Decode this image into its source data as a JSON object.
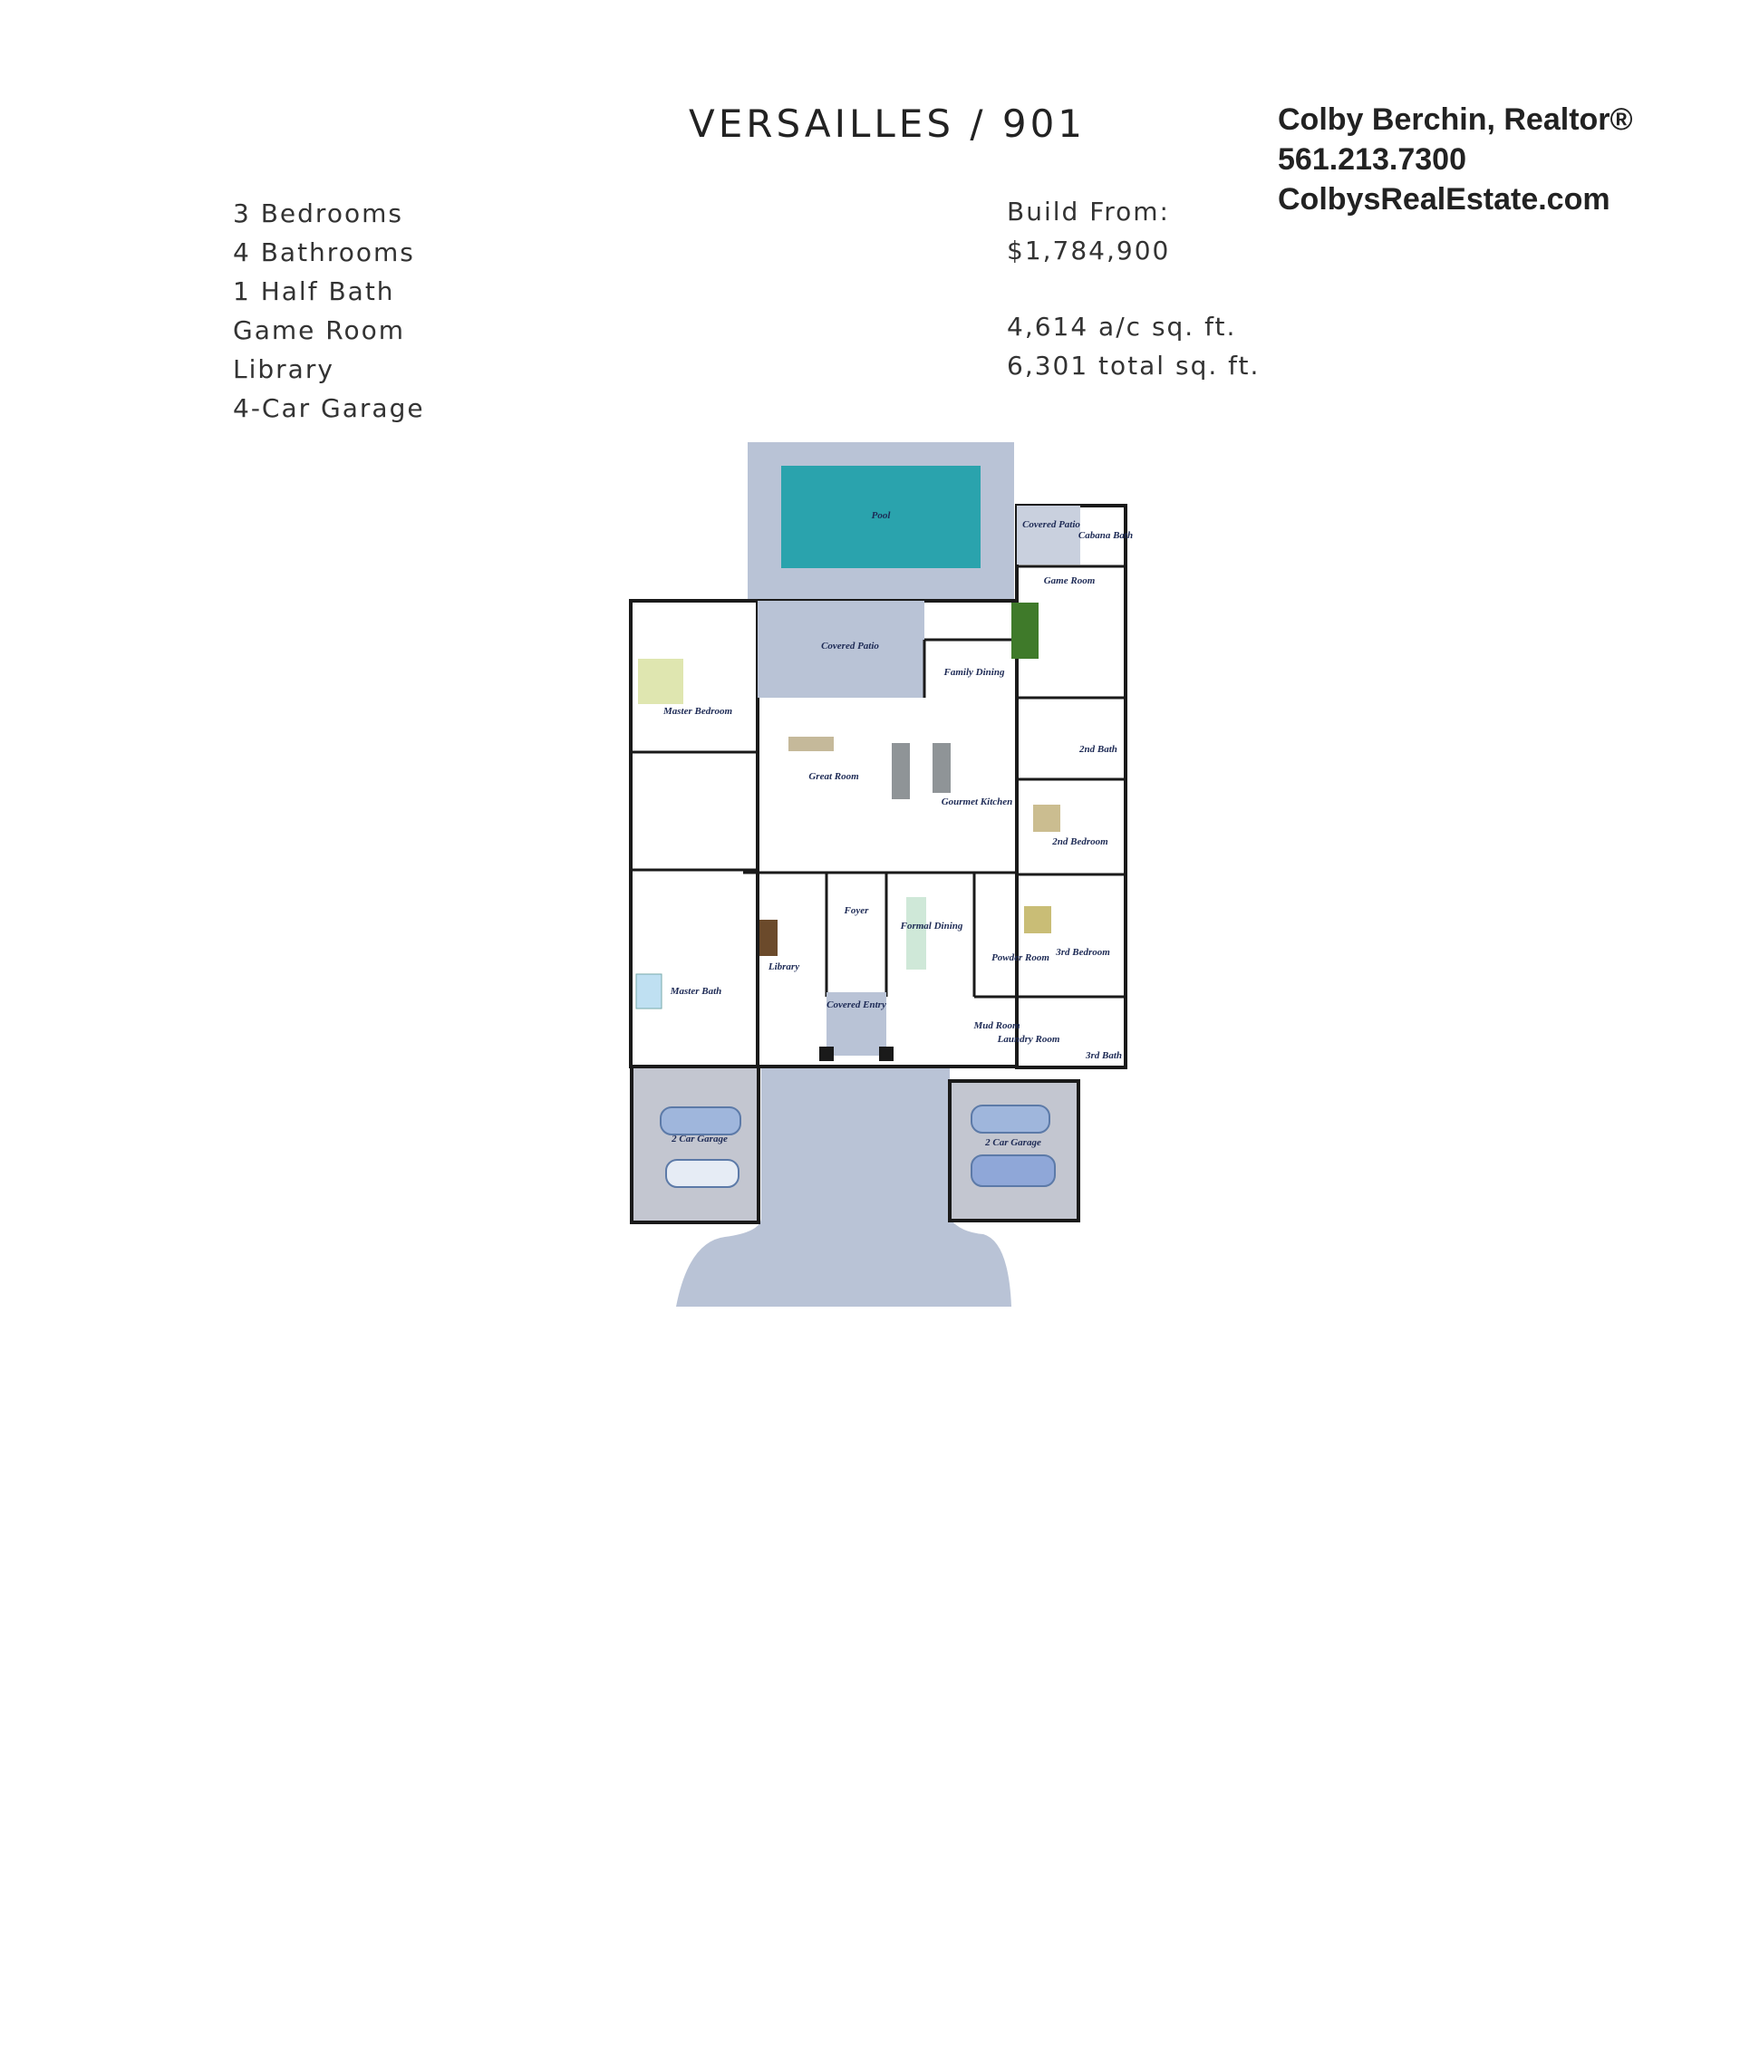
{
  "header": {
    "title": "VERSAILLES / 901"
  },
  "features": [
    "3 Bedrooms",
    "4 Bathrooms",
    "1 Half Bath",
    "Game Room",
    "Library",
    "4-Car Garage"
  ],
  "pricing": {
    "label": "Build From:",
    "price": "$1,784,900",
    "ac_sqft": "4,614 a/c sq. ft.",
    "total_sqft": "6,301 total sq. ft."
  },
  "contact": {
    "name": "Colby Berchin, Realtor®",
    "phone": "561.213.7300",
    "website": "ColbysRealEstate.com"
  },
  "floorplan": {
    "rooms": {
      "pool": "Pool",
      "covered_patio_rear": "Covered Patio",
      "cabana_bath": "Cabana Bath",
      "game_room": "Game Room",
      "covered_patio": "Covered Patio",
      "family_dining": "Family Dining",
      "master_bedroom": "Master Bedroom",
      "great_room": "Great Room",
      "gourmet_kitchen": "Gourmet Kitchen",
      "second_bath": "2nd Bath",
      "second_bedroom": "2nd Bedroom",
      "foyer": "Foyer",
      "formal_dining": "Formal Dining",
      "library": "Library",
      "master_bath": "Master Bath",
      "covered_entry": "Covered Entry",
      "third_bedroom": "3rd Bedroom",
      "powder_room": "Powder Room",
      "mud_room": "Mud Room",
      "laundry_room": "Laundry Room",
      "third_bath": "3rd Bath",
      "garage_left": "2 Car Garage",
      "garage_right": "2 Car Garage"
    },
    "colors": {
      "pool": "#2aa3ad",
      "hardscape": "#b9c3d6",
      "wall": "#1a1a1a",
      "garage": "#c3c6d0",
      "pool_table": "#3f7a2a"
    }
  }
}
